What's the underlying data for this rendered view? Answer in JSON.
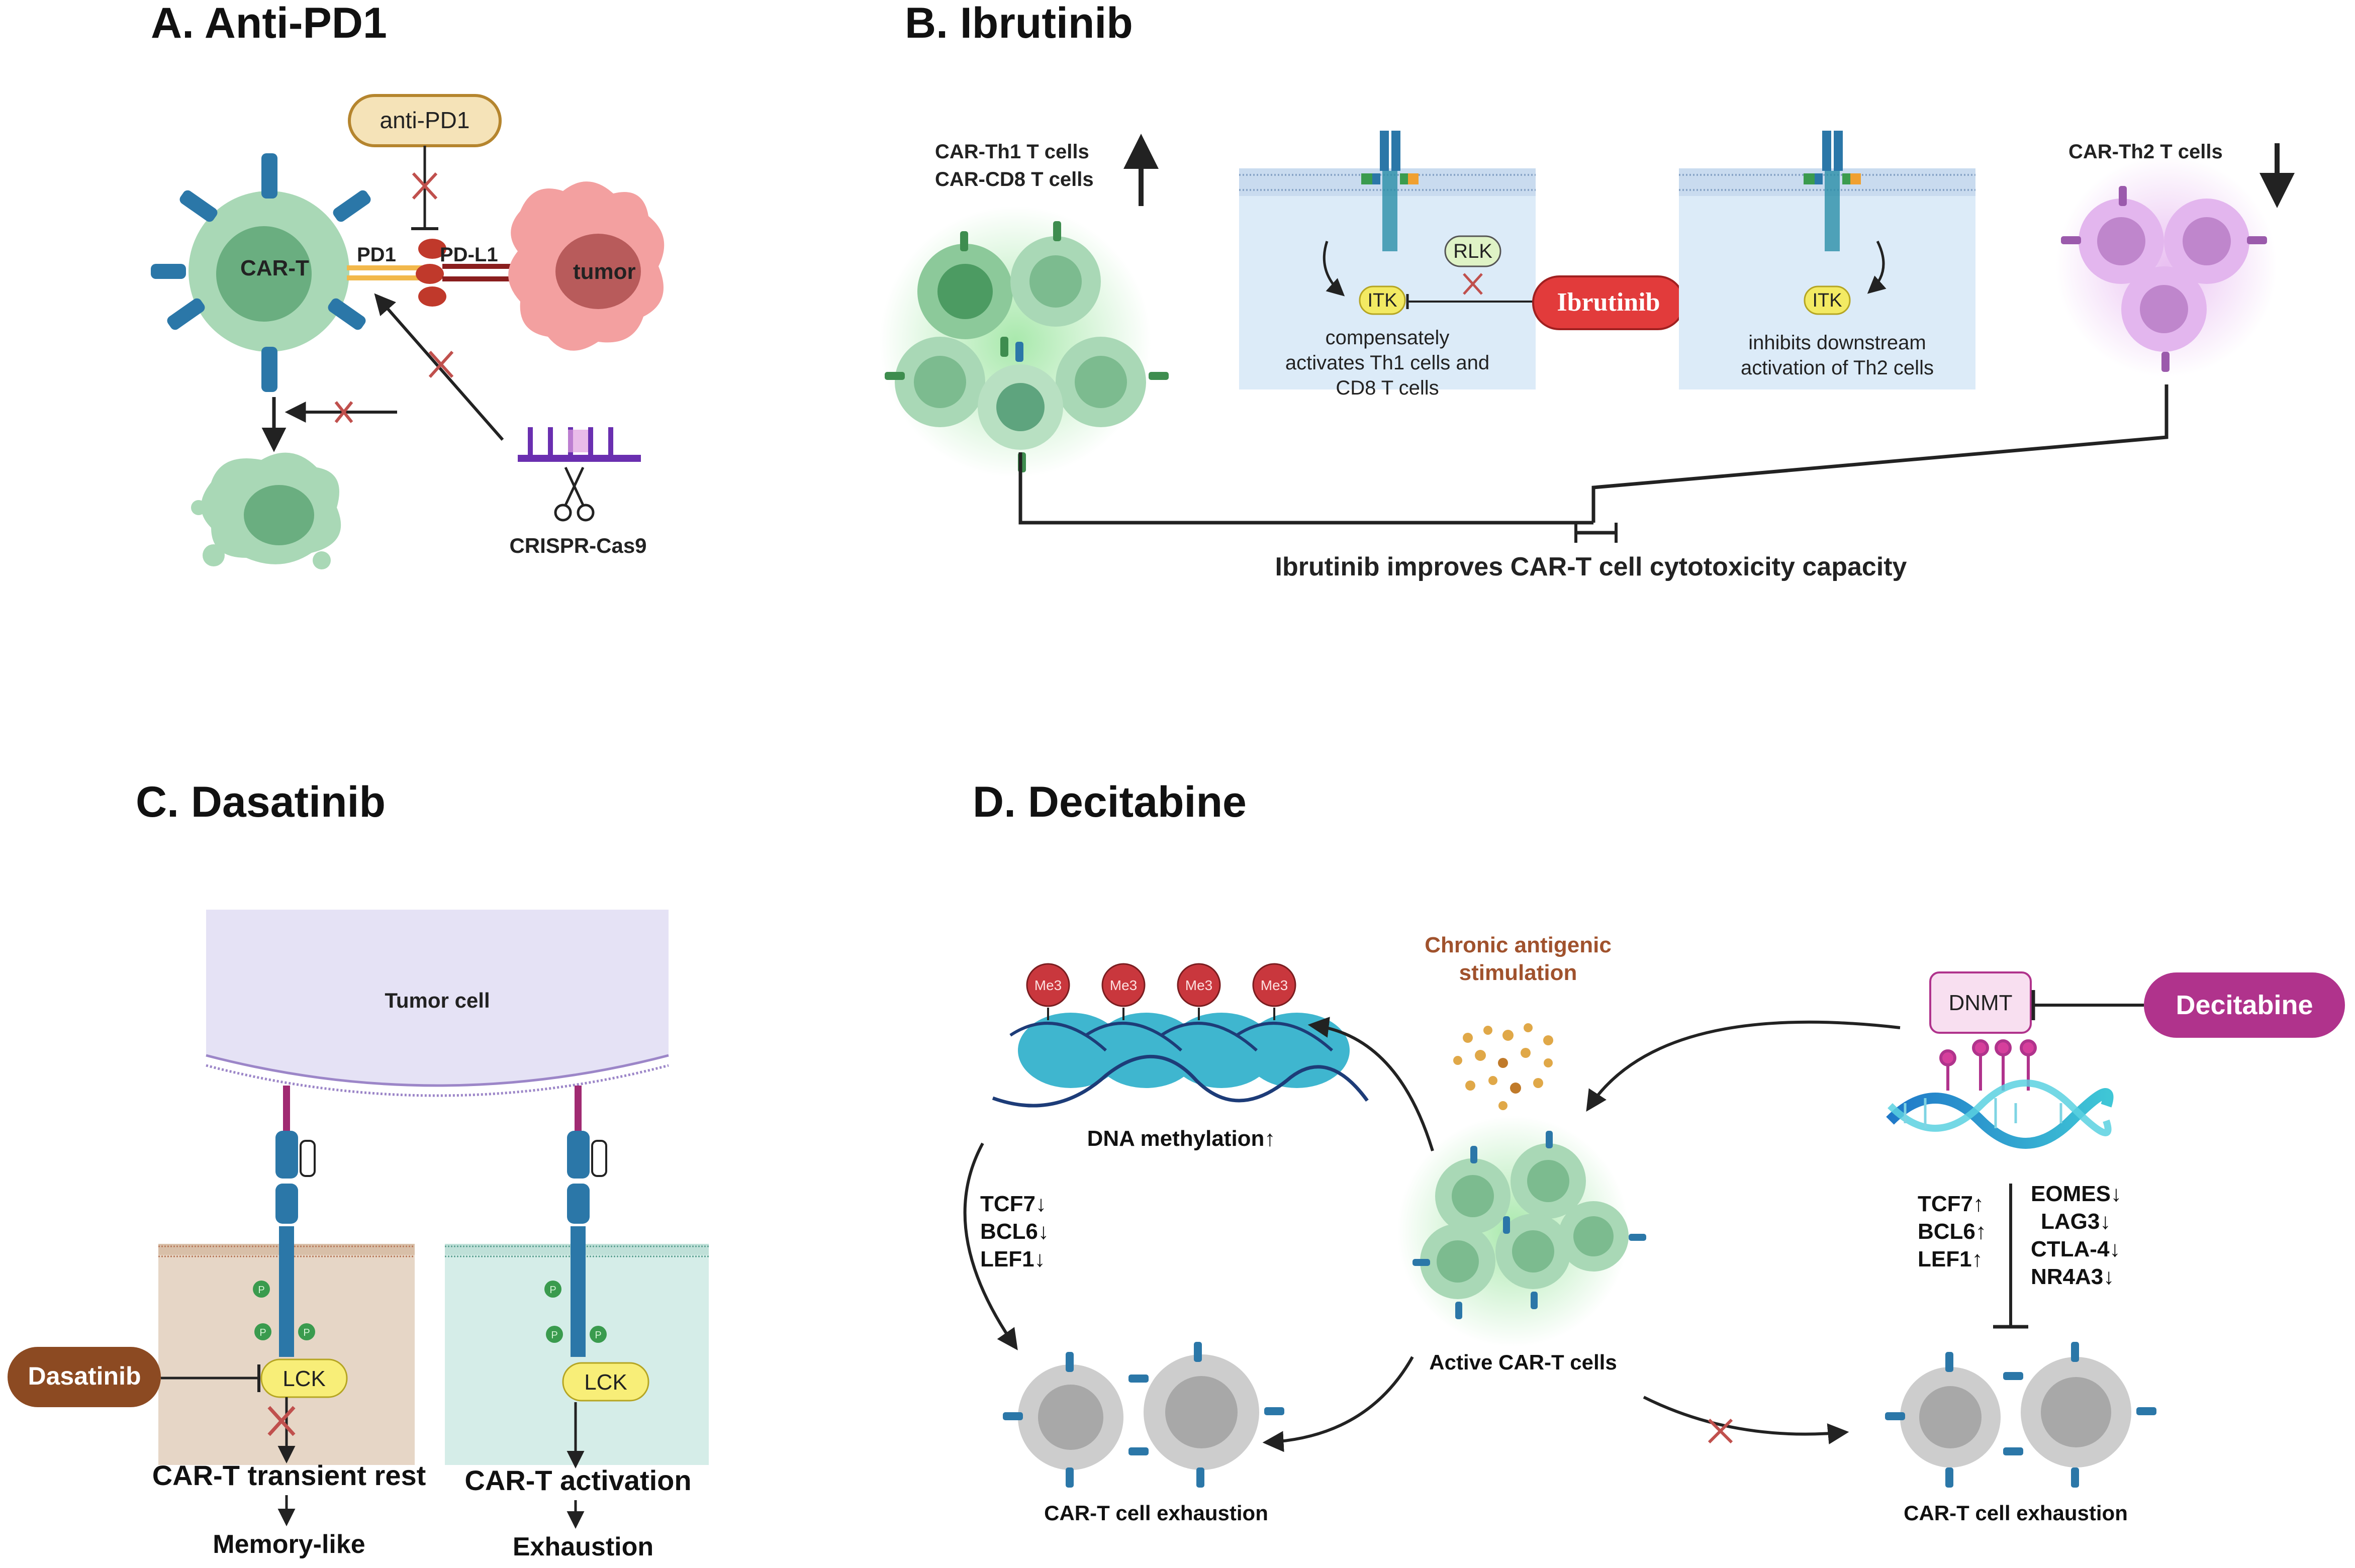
{
  "panels": {
    "a": {
      "title": "A. Anti-PD1",
      "anti_pd1": "anti-PD1",
      "car_t": "CAR-T",
      "pd1": "PD1",
      "pd_l1": "PD-L1",
      "tumor": "tumor",
      "crispr": "CRISPR-Cas9"
    },
    "b": {
      "title": "B. Ibrutinib",
      "th1_line1": "CAR-Th1 T cells",
      "th1_line2": "CAR-CD8 T cells",
      "th2": "CAR-Th2 T cells",
      "rlk": "RLK",
      "itk_left": "ITK",
      "itk_right": "ITK",
      "drug": "Ibrutinib",
      "left_desc": [
        "compensately",
        "activates Th1 cells and",
        "CD8 T cells"
      ],
      "right_desc": [
        "inhibits downstream",
        "activation of Th2 cells"
      ],
      "conclusion": "Ibrutinib improves CAR-T cell cytotoxicity capacity"
    },
    "c": {
      "title": "C. Dasatinib",
      "tumor_cell": "Tumor cell",
      "drug": "Dasatinib",
      "lck_left": "LCK",
      "lck_right": "LCK",
      "phospho": "P",
      "rest": "CAR-T transient rest",
      "memory": "Memory-like",
      "activation": "CAR-T activation",
      "exhaustion": "Exhaustion"
    },
    "d": {
      "title": "D. Decitabine",
      "me3": "Me3",
      "dna_methylation": "DNA methylation↑",
      "chronic_line1": "Chronic antigenic",
      "chronic_line2": "stimulation",
      "active_cells": "Active CAR-T cells",
      "dnmt": "DNMT",
      "drug": "Decitabine",
      "down_genes": [
        "TCF7↓",
        "BCL6↓",
        "LEF1↓"
      ],
      "up_genes": [
        "TCF7↑",
        "BCL6↑",
        "LEF1↑"
      ],
      "down_genes_right": [
        "EOMES↓",
        "LAG3↓",
        "CTLA-4↓",
        "NR4A3↓"
      ],
      "exhaustion_left": "CAR-T cell exhaustion",
      "exhaustion_right": "CAR-T cell exhaustion"
    }
  },
  "colors": {
    "car_t_green": "#7cbb8f",
    "receptor_blue": "#2b77a8",
    "tumor_pink": "#f08a8a",
    "ibrutinib_red": "#e23b3b",
    "dasatinib_brown": "#8c4a22",
    "decitabine_magenta": "#b0338c",
    "itk_yellow": "#f3ea63",
    "membrane_blue_bg": "#dcebf8",
    "tumor_lavender": "#e5e2f5",
    "chronic_brown": "#a0522d"
  }
}
